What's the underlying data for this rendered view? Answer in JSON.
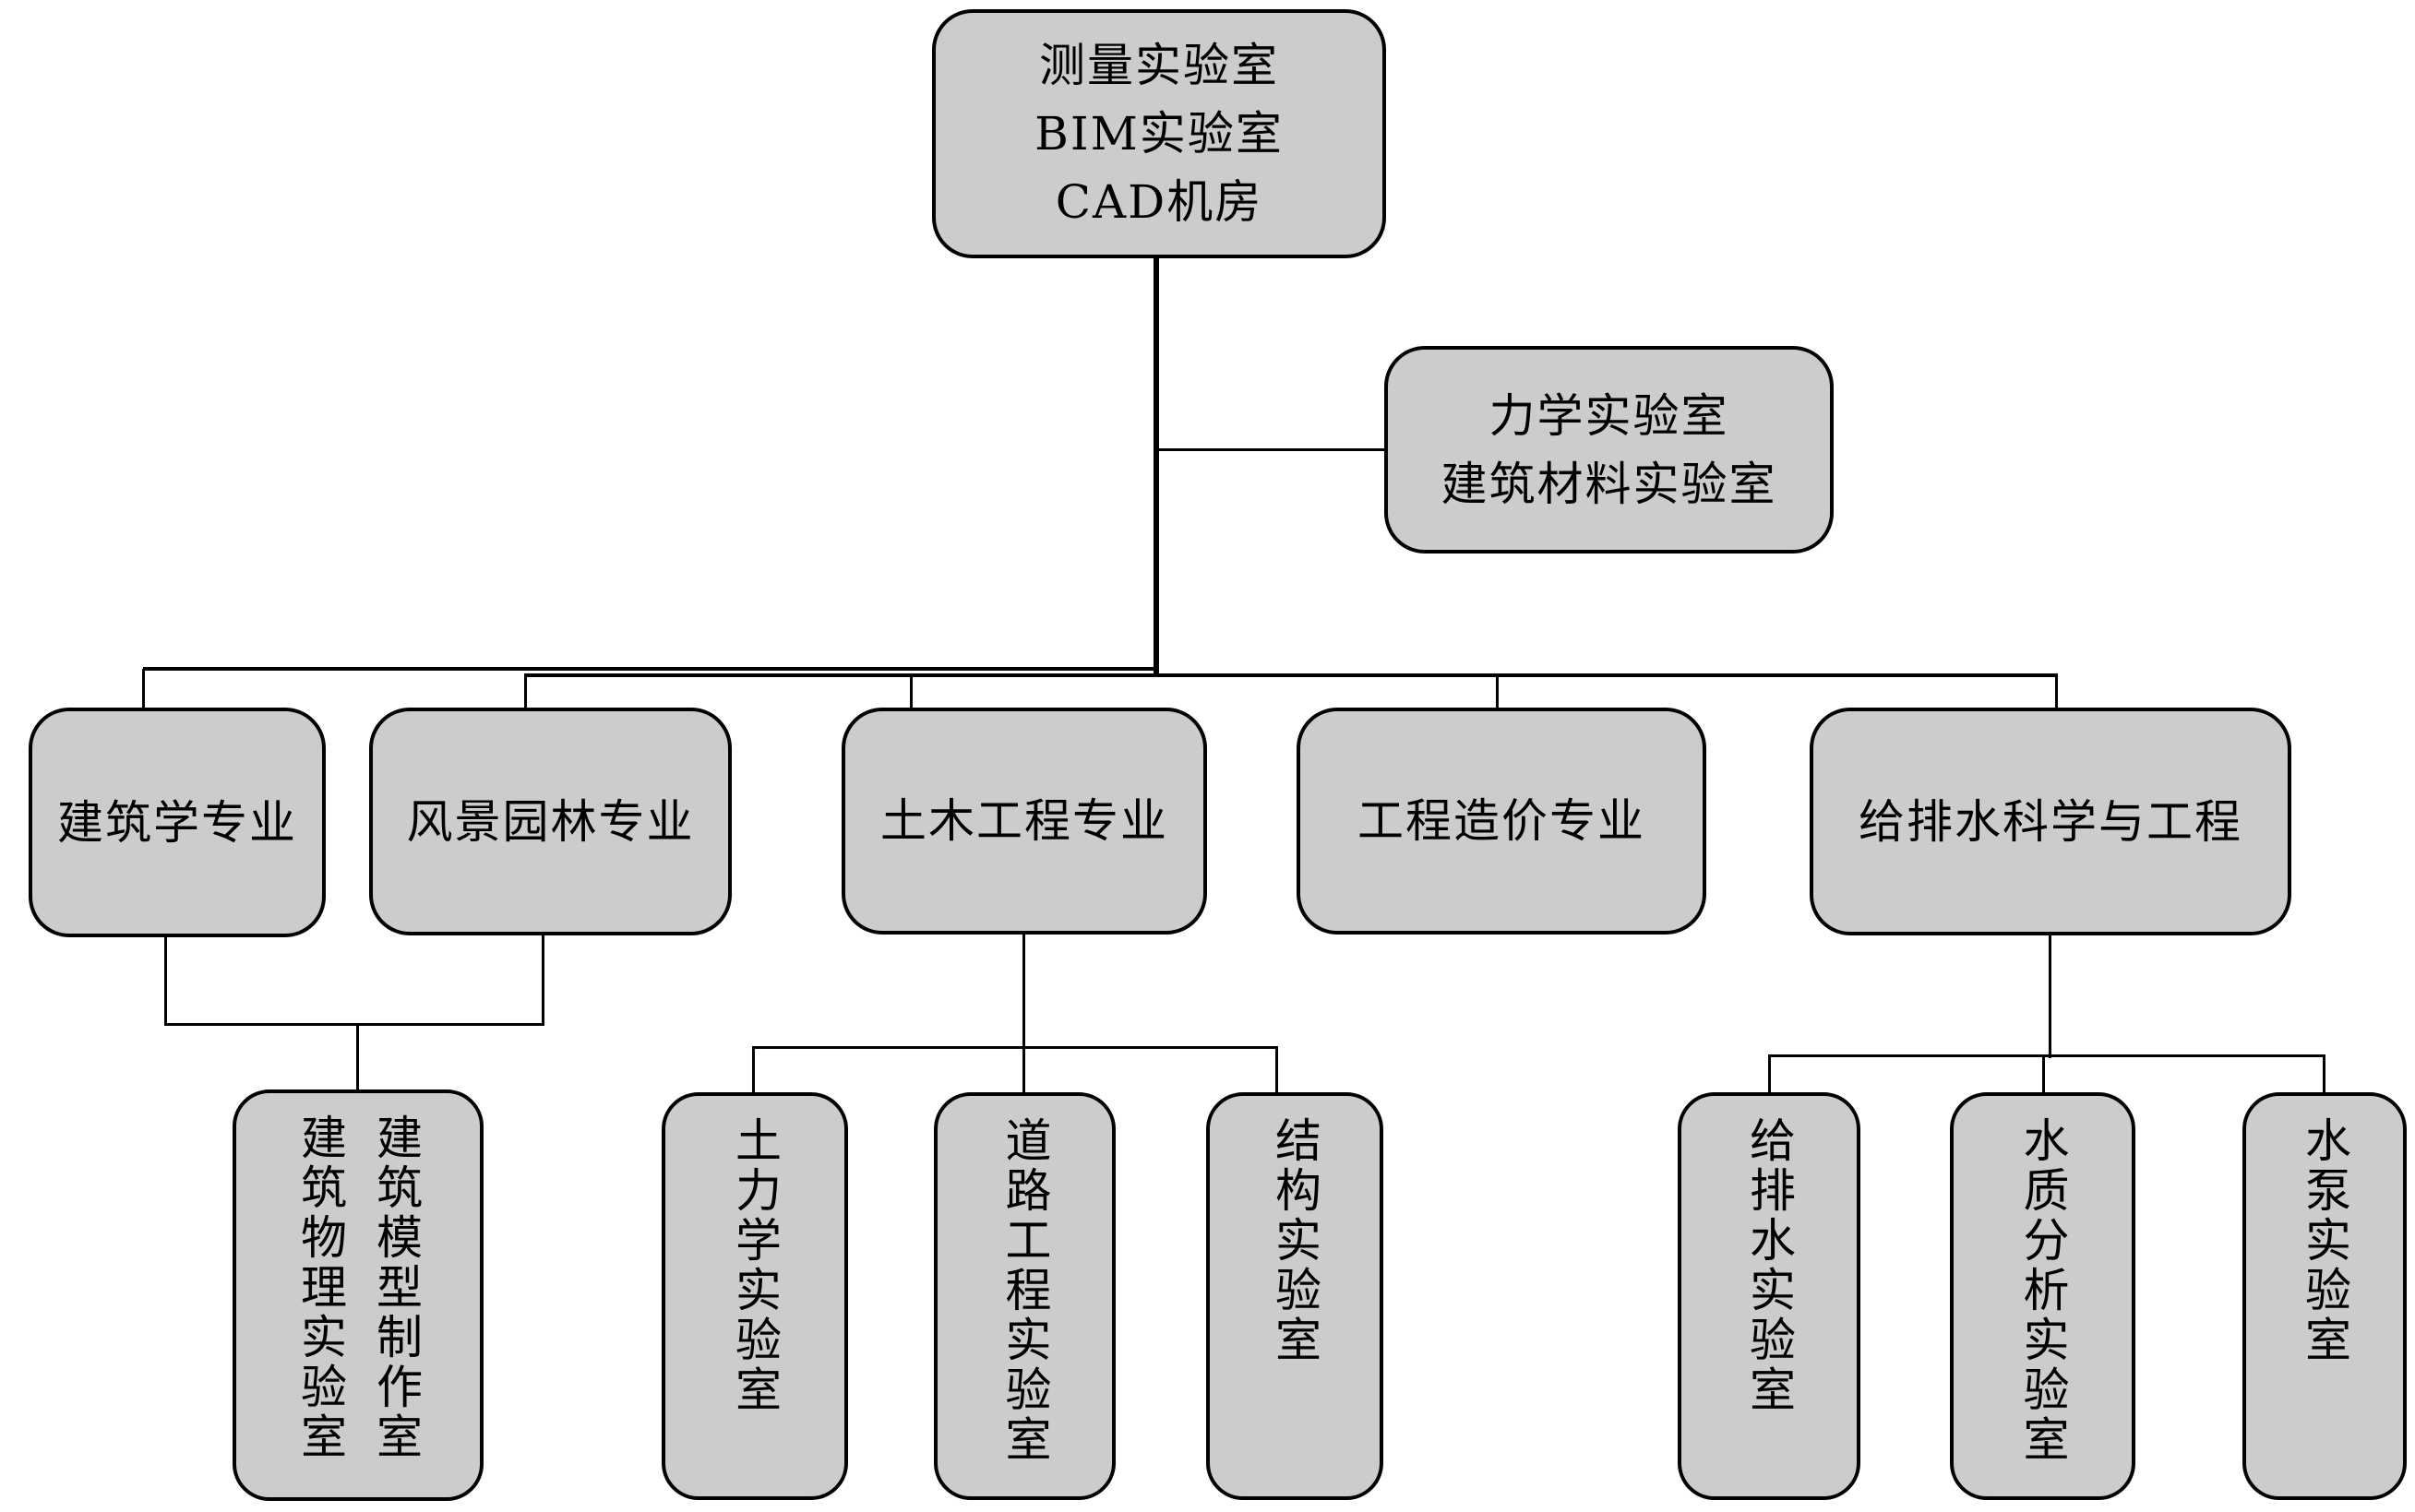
{
  "diagram": {
    "title": "",
    "colors": {
      "node_fill": "#cccccc",
      "node_border": "#000000",
      "connector": "#000000",
      "background": "#ffffff"
    },
    "root": {
      "label": "测量实验室\nBIM实验室\nCAD机房",
      "lines": [
        "测量实验室",
        "BIM实验室",
        "CAD机房"
      ]
    },
    "side": {
      "label": "力学实验室\n建筑材料实验室",
      "lines": [
        "力学实验室",
        "建筑材料实验室"
      ]
    },
    "majors": [
      {
        "id": "architecture",
        "label": "建筑学专业"
      },
      {
        "id": "landscape",
        "label": "风景园林专业"
      },
      {
        "id": "civil",
        "label": "土木工程专业"
      },
      {
        "id": "cost",
        "label": "工程造价专业"
      },
      {
        "id": "water",
        "label": "给排水科学与工程"
      }
    ],
    "shared_leaf": {
      "parents": [
        "architecture",
        "landscape"
      ],
      "columns": [
        "建筑模型制作室",
        "建筑物理实验室"
      ]
    },
    "civil_leaves": [
      {
        "label": "土力学实验室"
      },
      {
        "label": "道路工程实验室"
      },
      {
        "label": "结构实验室"
      }
    ],
    "water_leaves": [
      {
        "label": "给排水实验室"
      },
      {
        "label": "水质分析实验室"
      },
      {
        "label": "水泵实验室"
      }
    ]
  }
}
